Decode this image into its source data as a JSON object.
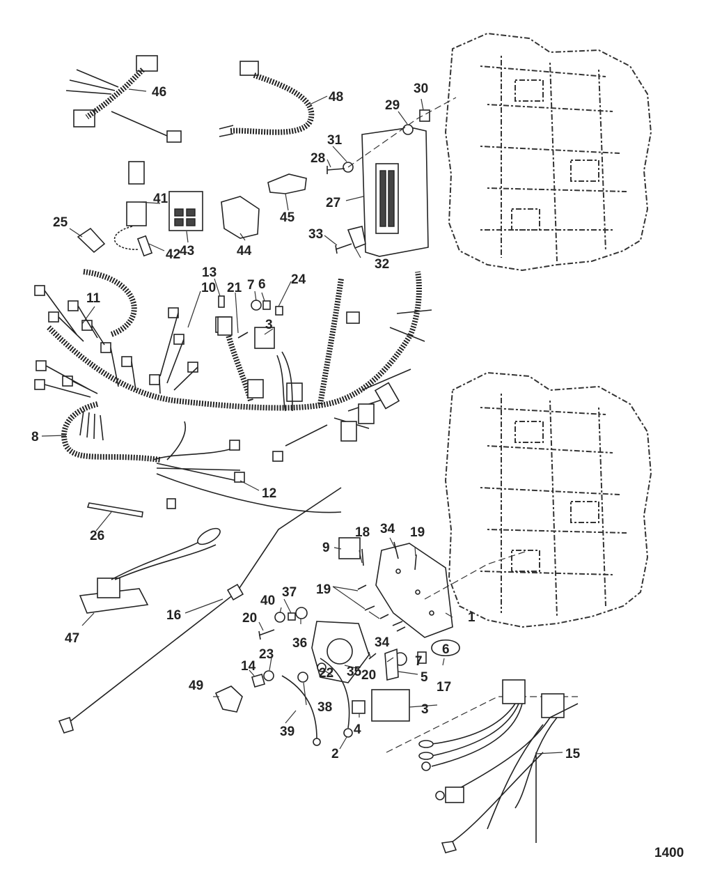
{
  "figure_number": "1400",
  "callouts": [
    "46",
    "48",
    "29",
    "30",
    "31",
    "28",
    "27",
    "45",
    "41",
    "43",
    "44",
    "25",
    "42",
    "33",
    "32",
    "13",
    "11",
    "10",
    "21",
    "7",
    "6",
    "24",
    "3",
    "8",
    "12",
    "26",
    "18",
    "34",
    "19",
    "9",
    "16",
    "37",
    "40",
    "20",
    "36",
    "47",
    "23",
    "14",
    "49",
    "35",
    "22",
    "38",
    "39",
    "4",
    "2",
    "5",
    "17",
    "15",
    "1"
  ]
}
